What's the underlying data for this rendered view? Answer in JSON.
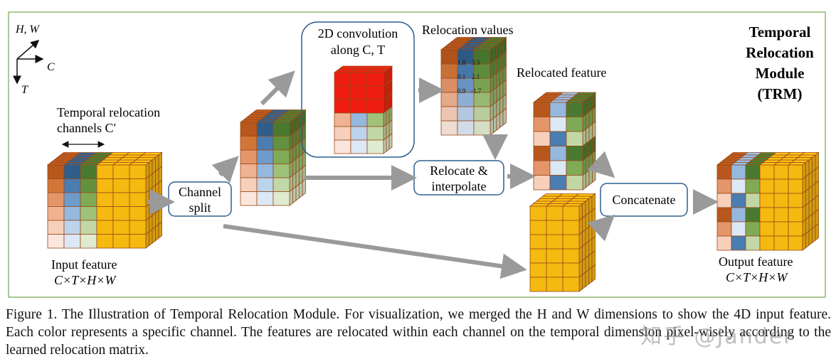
{
  "figure": {
    "axes": {
      "hw": "H, W",
      "c": "C",
      "t": "T"
    },
    "title": [
      "Temporal",
      "Relocation",
      "Module",
      "(TRM)"
    ],
    "input": {
      "caption": "Input feature",
      "dims": "C×T×H×W"
    },
    "output": {
      "caption": "Output feature",
      "dims": "C×T×H×W"
    },
    "temporal_channels": [
      "Temporal relocation",
      "channels C′"
    ],
    "channel_split": [
      "Channel",
      "split"
    ],
    "conv2d": [
      "2D convolution",
      "along C, T"
    ],
    "relocation_values_label": "Relocation values",
    "relocation_values": [
      "1.8",
      "3.5",
      "0.1",
      "2.1",
      "0.9",
      "-1.7"
    ],
    "relocate_interpolate": [
      "Relocate &",
      "interpolate"
    ],
    "relocated_feature_label": "Relocated feature",
    "concatenate": "Concatenate"
  },
  "caption": "Figure 1. The Illustration of Temporal Relocation Module. For visualization, we merged the H and W dimensions to show the 4D input feature. Each color represents a specific channel. The features are relocated within each channel on the temporal dimension pixel-wisely according to the learned relocation matrix.",
  "watermark": "知乎 @Jander"
}
